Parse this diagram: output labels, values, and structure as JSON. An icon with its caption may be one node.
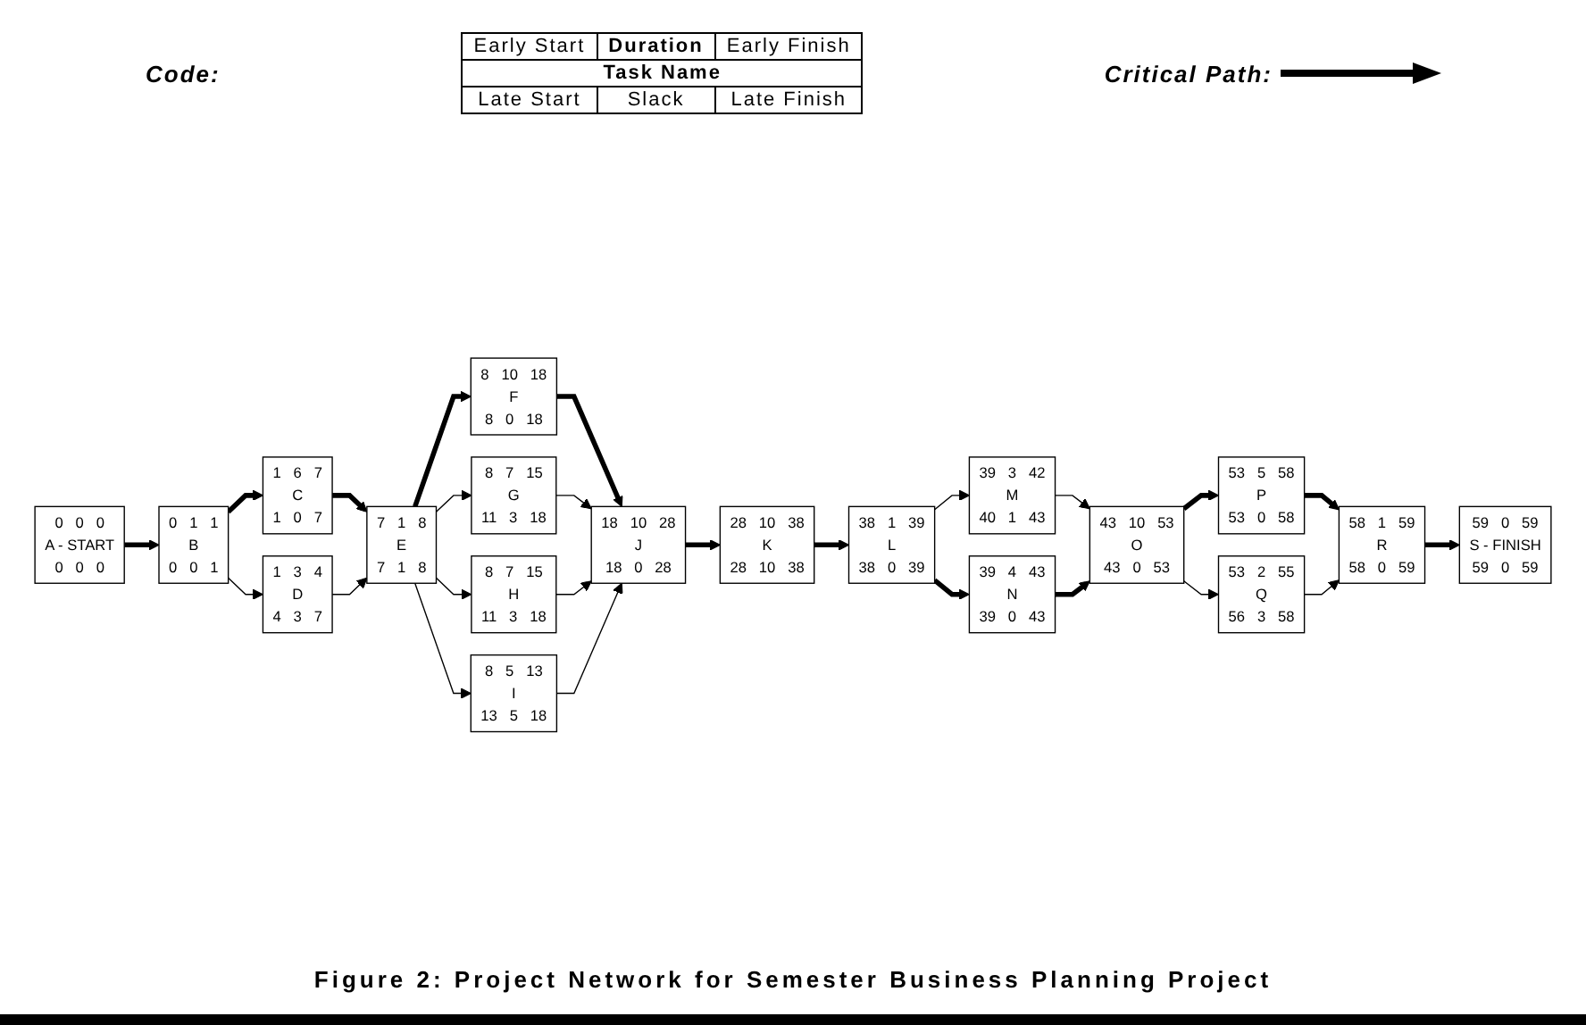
{
  "diagram": {
    "caption": "Figure 2: Project Network for Semester Business Planning Project",
    "nodes": [
      {
        "text": [
          "0",
          "0",
          "0",
          "A - START",
          "0",
          "0",
          "0"
        ]
      },
      {
        "text": [
          "0",
          "1",
          "1",
          "B",
          "0",
          "0",
          "1"
        ]
      },
      {
        "text": [
          "1",
          "6",
          "7",
          "C",
          "1",
          "0",
          "7"
        ]
      },
      {
        "text": [
          "1",
          "3",
          "4",
          "D",
          "4",
          "3",
          "7"
        ]
      },
      {
        "text": [
          "7",
          "1",
          "8",
          "E",
          "7",
          "1",
          "8"
        ]
      },
      {
        "text": [
          "8",
          "10",
          "18",
          "F",
          "8",
          "0",
          "18"
        ]
      },
      {
        "text": [
          "8",
          "7",
          "15",
          "G",
          "11",
          "3",
          "18"
        ]
      },
      {
        "text": [
          "8",
          "7",
          "15",
          "H",
          "11",
          "3",
          "18"
        ]
      },
      {
        "text": [
          "8",
          "5",
          "13",
          "I",
          "13",
          "5",
          "18"
        ]
      },
      {
        "text": [
          "18",
          "10",
          "28",
          "J",
          "18",
          "0",
          "28"
        ]
      },
      {
        "text": [
          "28",
          "10",
          "38",
          "K",
          "28",
          "10",
          "38"
        ]
      },
      {
        "text": [
          "38",
          "1",
          "39",
          "L",
          "38",
          "0",
          "39"
        ]
      },
      {
        "text": [
          "39",
          "3",
          "42",
          "M",
          "40",
          "1",
          "43"
        ]
      },
      {
        "text": [
          "39",
          "4",
          "43",
          "N",
          "39",
          "0",
          "43"
        ]
      },
      {
        "text": [
          "43",
          "10",
          "53",
          "O",
          "43",
          "0",
          "53"
        ]
      },
      {
        "text": [
          "53",
          "5",
          "58",
          "P",
          "53",
          "0",
          "58"
        ]
      },
      {
        "text": [
          "53",
          "2",
          "55",
          "Q",
          "56",
          "3",
          "58"
        ]
      },
      {
        "text": [
          "58",
          "1",
          "59",
          "R",
          "58",
          "0",
          "59"
        ]
      },
      {
        "text": [
          "59",
          "0",
          "59",
          "S - FINISH",
          "59",
          "0",
          "59"
        ]
      }
    ],
    "edges": [
      {
        "from": 0,
        "to": 1,
        "arrow": "to",
        "style": "thick"
      },
      {
        "from": 1,
        "to": 2,
        "arrow": "to",
        "style": "thick"
      },
      {
        "from": 1,
        "to": 3,
        "arrow": "to"
      },
      {
        "from": 2,
        "to": 4,
        "arrow": "to",
        "style": "thick"
      },
      {
        "from": 3,
        "to": 4,
        "arrow": "to"
      },
      {
        "from": 4,
        "to": 5,
        "arrow": "to",
        "style": "thick"
      },
      {
        "from": 4,
        "to": 6,
        "arrow": "to"
      },
      {
        "from": 4,
        "to": 7,
        "arrow": "to"
      },
      {
        "from": 4,
        "to": 8,
        "arrow": "to"
      },
      {
        "from": 5,
        "to": 9,
        "arrow": "to",
        "style": "thick"
      },
      {
        "from": 6,
        "to": 9,
        "arrow": "to"
      },
      {
        "from": 7,
        "to": 9,
        "arrow": "to"
      },
      {
        "from": 8,
        "to": 9,
        "arrow": "to"
      },
      {
        "from": 9,
        "to": 10,
        "arrow": "to",
        "style": "thick"
      },
      {
        "from": 10,
        "to": 11,
        "arrow": "to",
        "style": "thick"
      },
      {
        "from": 11,
        "to": 12,
        "arrow": "to"
      },
      {
        "from": 11,
        "to": 13,
        "arrow": "to",
        "style": "thick"
      },
      {
        "from": 12,
        "to": 14,
        "arrow": "to"
      },
      {
        "from": 13,
        "to": 14,
        "arrow": "to",
        "style": "thick"
      },
      {
        "from": 14,
        "to": 15,
        "arrow": "to",
        "style": "thick"
      },
      {
        "from": 14,
        "to": 16,
        "arrow": "to"
      },
      {
        "from": 15,
        "to": 17,
        "arrow": "to",
        "style": "thick"
      },
      {
        "from": 16,
        "to": 17,
        "arrow": "to"
      },
      {
        "from": 17,
        "to": 18,
        "arrow": "to",
        "style": "thick"
      }
    ],
    "labels": [
      "Code:",
      "Early Start",
      "Duration",
      "Early Finish",
      "Task Name",
      "Late Start",
      "Slack",
      "Late Finish"
    ],
    "legend": [
      {
        "text": "Critical Path:"
      }
    ]
  }
}
